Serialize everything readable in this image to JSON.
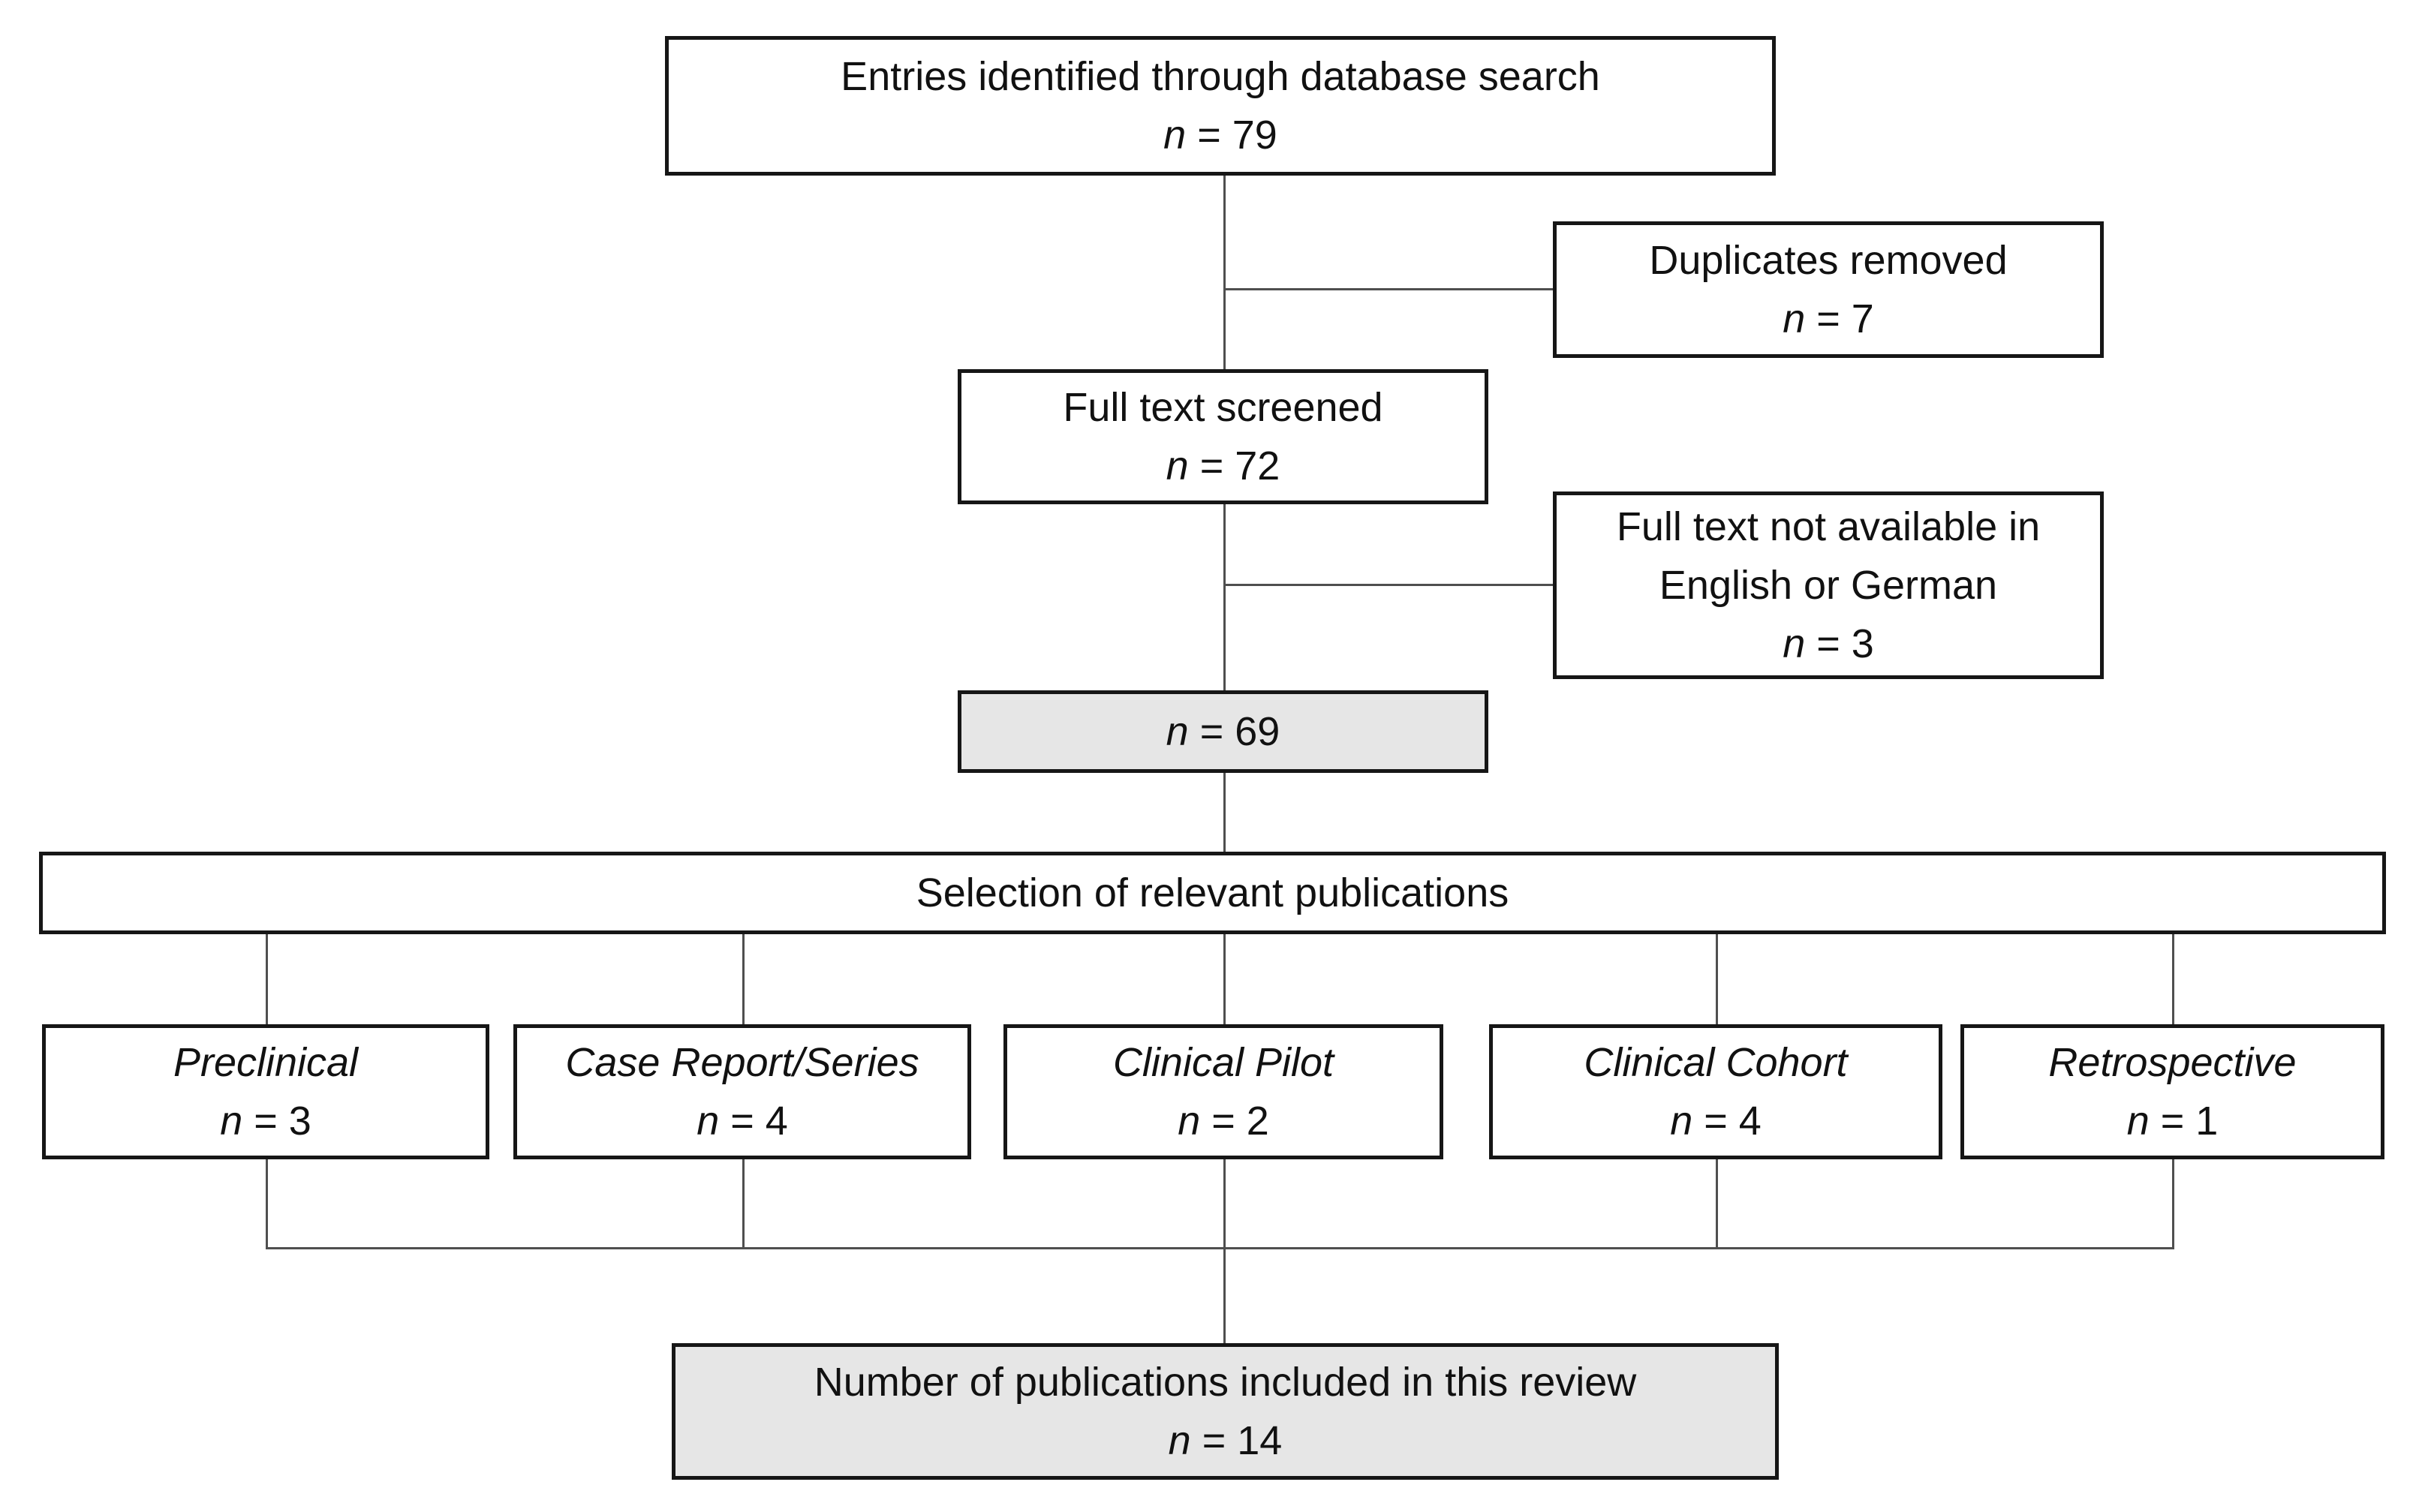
{
  "diagram": {
    "type": "flowchart",
    "description": "Publication selection flow diagram",
    "colors": {
      "box_border": "#161616",
      "box_fill_white": "#ffffff",
      "box_fill_gray": "#e6e6e6",
      "connector": "#4f4f4f",
      "text": "#111111"
    },
    "nodes": {
      "identified": {
        "label": "Entries identified through database search",
        "n_symbol": "n",
        "n_rest": " = 79"
      },
      "duplicates": {
        "label": "Duplicates removed",
        "n_symbol": "n",
        "n_rest": " = 7"
      },
      "screened": {
        "label": "Full text screened",
        "n_symbol": "n",
        "n_rest": " = 72"
      },
      "not_available": {
        "label_line1": "Full text not available in",
        "label_line2": "English or German",
        "n_symbol": "n",
        "n_rest": " = 3"
      },
      "after_exclusion": {
        "n_symbol": "n",
        "n_rest": " = 69"
      },
      "selection": {
        "label": "Selection of relevant publications"
      },
      "categories": [
        {
          "label": "Preclinical",
          "n_symbol": "n",
          "n_rest": " = 3"
        },
        {
          "label": "Case Report/Series",
          "n_symbol": "n",
          "n_rest": " = 4"
        },
        {
          "label": "Clinical Pilot",
          "n_symbol": "n",
          "n_rest": " = 2"
        },
        {
          "label": "Clinical Cohort",
          "n_symbol": "n",
          "n_rest": " = 4"
        },
        {
          "label": "Retrospective",
          "n_symbol": "n",
          "n_rest": " = 1"
        }
      ],
      "included": {
        "label": "Number of publications included in this review",
        "n_symbol": "n",
        "n_rest": " = 14"
      }
    }
  }
}
